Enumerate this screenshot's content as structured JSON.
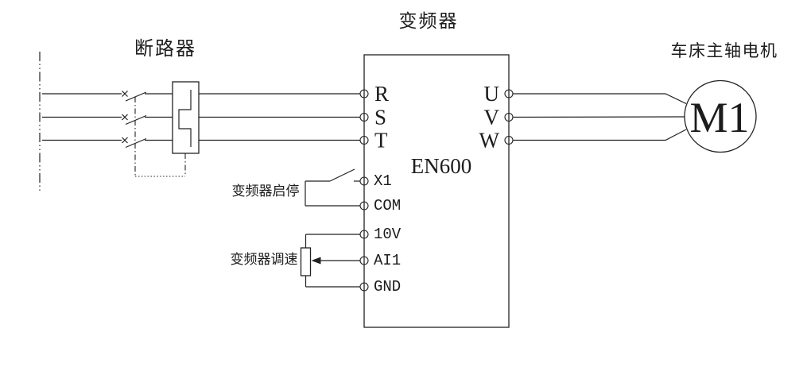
{
  "diagram": {
    "titles": {
      "breaker": "断路器",
      "inverter": "变频器",
      "motor": "车床主轴电机"
    },
    "inverter": {
      "model": "EN600",
      "input_terminals": [
        "R",
        "S",
        "T"
      ],
      "output_terminals": [
        "U",
        "V",
        "W"
      ],
      "control_terminals": [
        "X1",
        "COM",
        "10V",
        "AI1",
        "GND"
      ]
    },
    "motor": {
      "label": "M1"
    },
    "control_labels": {
      "start_stop": "变频器启停",
      "speed": "变频器调速"
    },
    "colors": {
      "line": "#222222",
      "text": "#1c1c1c",
      "background": "#ffffff"
    }
  }
}
